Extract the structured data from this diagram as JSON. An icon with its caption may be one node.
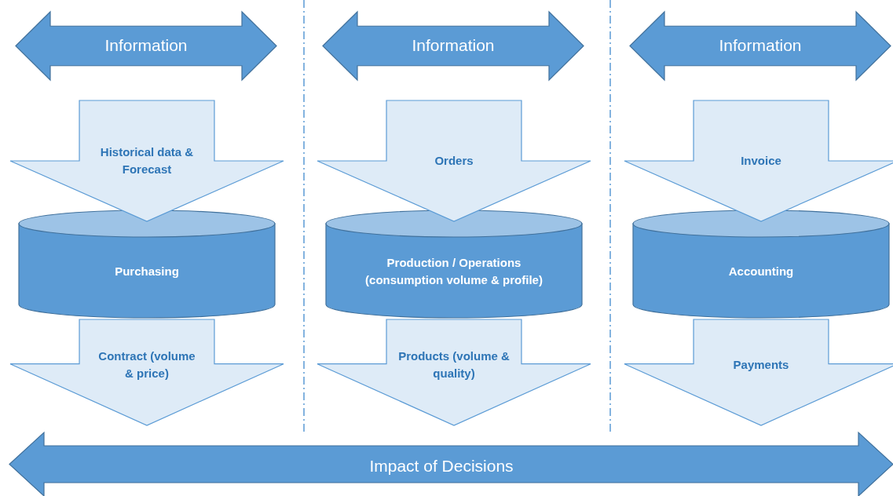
{
  "diagram": {
    "nodes": [
      {
        "text": [
          "Information"
        ]
      },
      {
        "text": [
          "Information"
        ]
      },
      {
        "text": [
          "Information"
        ]
      },
      {
        "text": [
          "Purchasing"
        ]
      },
      {
        "text": [
          "Production / Operations (consumption volume & profile)"
        ]
      },
      {
        "text": [
          "Accounting"
        ]
      },
      {
        "text": [
          "Impact of Decisions"
        ]
      }
    ],
    "edges": [
      {
        "from": null,
        "to": 3,
        "arrow": "to",
        "label": "Historical data & Forecast"
      },
      {
        "from": 3,
        "to": null,
        "arrow": "to",
        "label": "Contract (volume & price)"
      },
      {
        "from": null,
        "to": 4,
        "arrow": "to",
        "label": "Orders"
      },
      {
        "from": 4,
        "to": null,
        "arrow": "to",
        "label": "Products (volume & quality)"
      },
      {
        "from": null,
        "to": 5,
        "arrow": "to",
        "label": "Invoice"
      },
      {
        "from": 5,
        "to": null,
        "arrow": "to",
        "label": "Payments"
      }
    ]
  }
}
